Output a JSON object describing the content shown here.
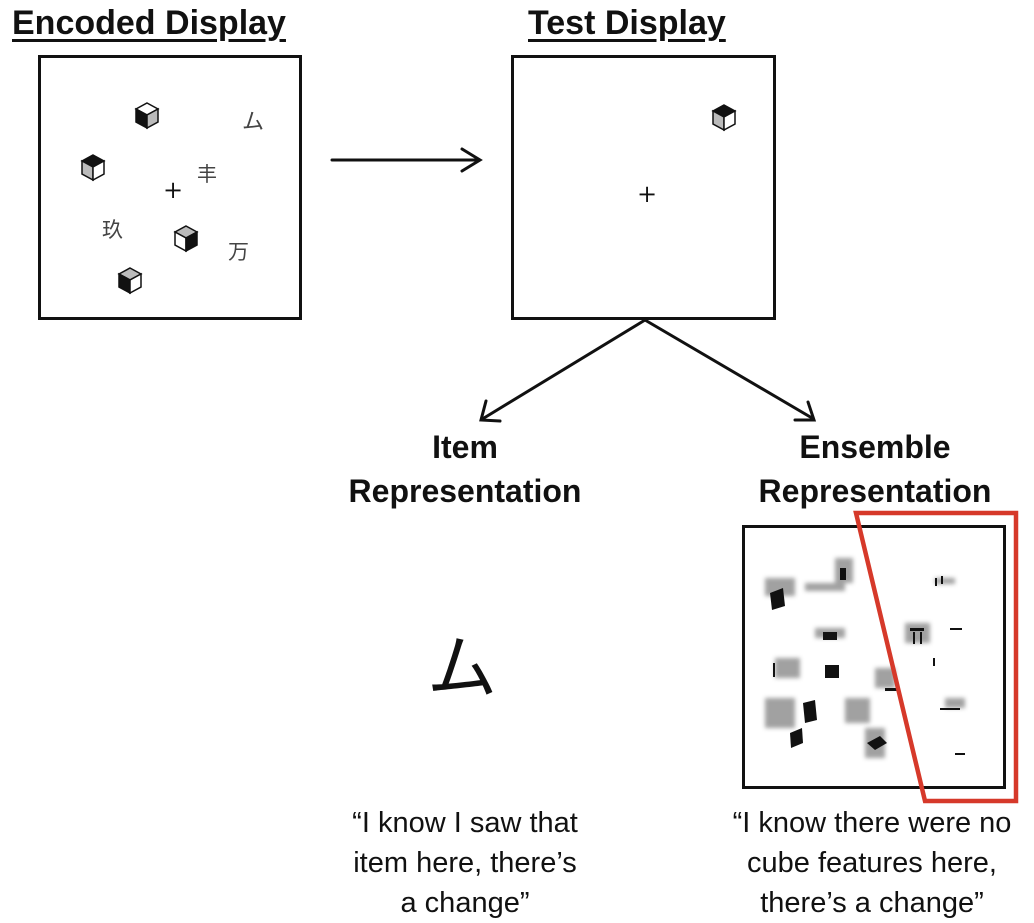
{
  "encoded_display": {
    "title": "Encoded Display",
    "fixation": "+",
    "characters": [
      "ム",
      "丰",
      "玖",
      "万"
    ]
  },
  "test_display": {
    "title": "Test Display",
    "fixation": "+"
  },
  "item_representation": {
    "heading_line1": "Item",
    "heading_line2": "Representation",
    "character": "ム",
    "quote": [
      "“I know I saw that",
      "item here, there’s",
      "a change”"
    ]
  },
  "ensemble_representation": {
    "heading_line1": "Ensemble",
    "heading_line2": "Representation",
    "highlight_color": "#d6392a",
    "quote": [
      "“I know there were no",
      "cube features here,",
      "there’s a change”"
    ]
  }
}
